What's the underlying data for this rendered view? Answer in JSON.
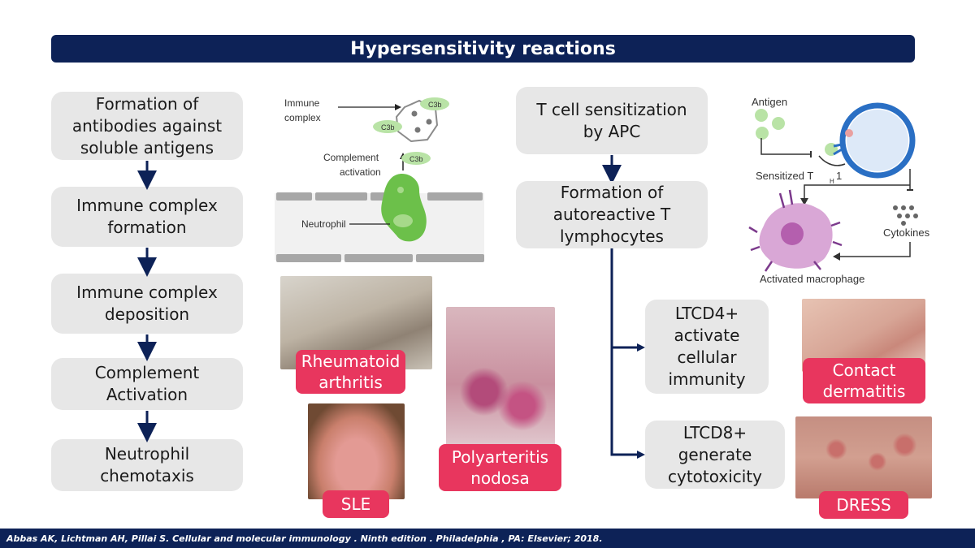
{
  "title": "Hypersensitivity reactions",
  "left_flow": [
    "Formation of antibodies against soluble antigens",
    "Immune complex formation",
    "Immune complex deposition",
    "Complement Activation",
    "Neutrophil chemotaxis"
  ],
  "diagram1": {
    "immune_complex_1": "Immune",
    "immune_complex_2": "complex",
    "c3b_1": "C3b",
    "c3b_2": "C3b",
    "c3b_3": "C3b",
    "complement_1": "Complement",
    "complement_2": "activation",
    "neutrophil": "Neutrophil"
  },
  "diseases_type3": {
    "ra": "Rheumatoid arthritis",
    "sle": "SLE",
    "pan": "Polyarteritis nodosa"
  },
  "mid_flow": {
    "step1": "T cell sensitization by APC",
    "step2": "Formation of autoreactive T lymphocytes",
    "branch1": "LTCD4+ activate cellular immunity",
    "branch2": "LTCD8+ generate cytotoxicity"
  },
  "diagram2": {
    "antigen": "Antigen",
    "sensitized": "Sensitized T",
    "sensitized_sub": "H",
    "sensitized_suffix": "1",
    "cytokines": "Cytokines",
    "macrophage": "Activated macrophage"
  },
  "diseases_type4": {
    "contact": "Contact dermatitis",
    "dress": "DRESS"
  },
  "footer": "Abbas AK, Lichtman AH, Pillai S. Cellular and molecular immunology . Ninth edition . Philadelphia , PA: Elsevier; 2018.",
  "colors": {
    "navy": "#0d2257",
    "pink_label": "#e8365e",
    "box_gray": "#e7e7e7",
    "neutrophil_green": "#6cc04a",
    "c3b_green": "#b9e3a6"
  }
}
